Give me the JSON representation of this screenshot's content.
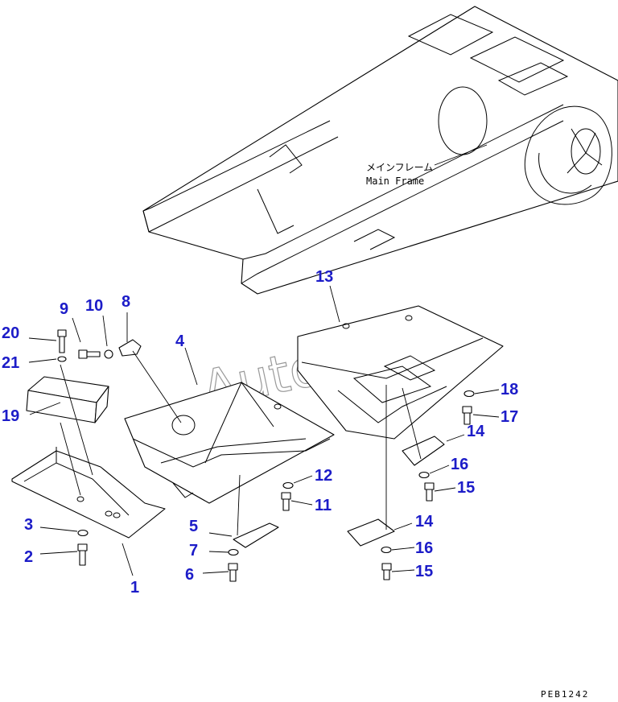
{
  "diagram": {
    "frame_label_jp": "メインフレーム",
    "frame_label_en": "Main Frame",
    "watermark": "AutoSoft",
    "drawing_code": "PEB1242",
    "accent_color": "#1c1cc8",
    "callouts": {
      "c1": "1",
      "c2": "2",
      "c3": "3",
      "c4": "4",
      "c5": "5",
      "c6": "6",
      "c7": "7",
      "c8": "8",
      "c9": "9",
      "c10": "10",
      "c11": "11",
      "c12": "12",
      "c13": "13",
      "c14a": "14",
      "c14b": "14",
      "c15a": "15",
      "c15b": "15",
      "c16a": "16",
      "c16b": "16",
      "c17": "17",
      "c18": "18",
      "c19": "19",
      "c20": "20",
      "c21": "21"
    }
  }
}
